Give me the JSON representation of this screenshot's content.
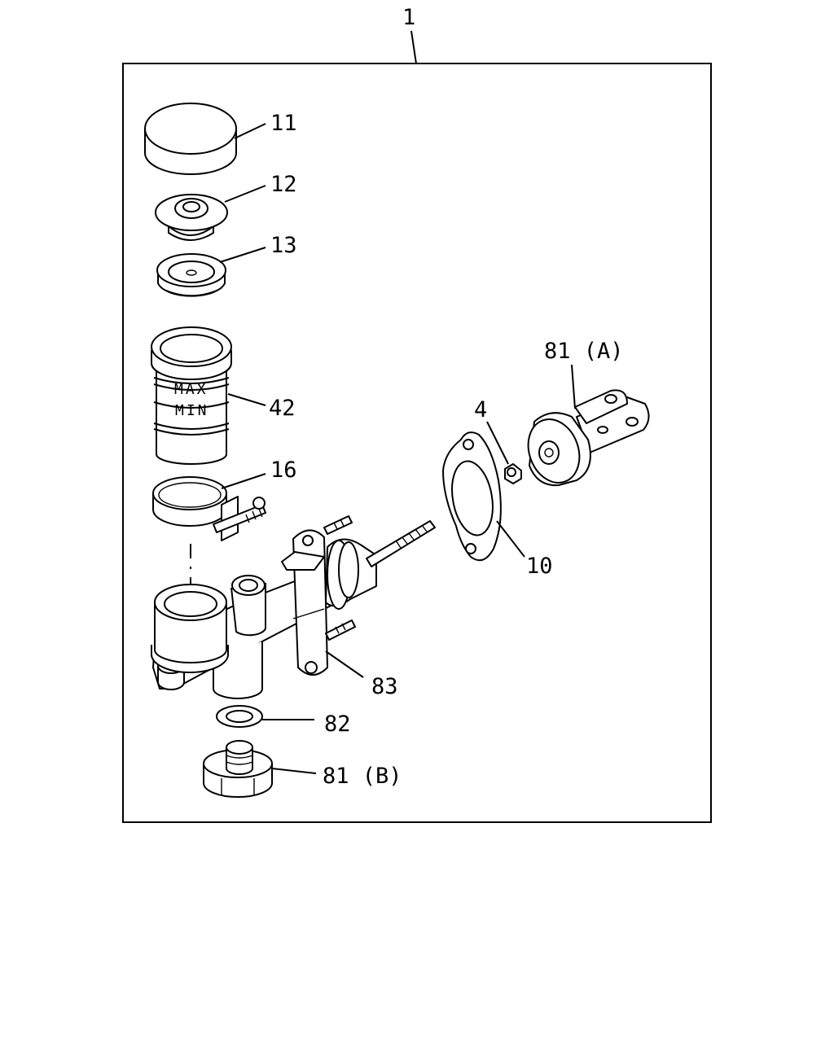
{
  "callouts": {
    "assembly": "1",
    "reservoir_cap": "11",
    "cap_gasket": "12",
    "cap_filter": "13",
    "reservoir": "42",
    "clamp": "16",
    "master_cylinder_body": "83",
    "seal_washer": "82",
    "pipe_fitting": "81 (B)",
    "push_rod_clevis": "81 (A)",
    "nut": "4",
    "flange_gasket": "10"
  },
  "reservoir_markings": {
    "max": "MAX",
    "min": "MIN"
  }
}
